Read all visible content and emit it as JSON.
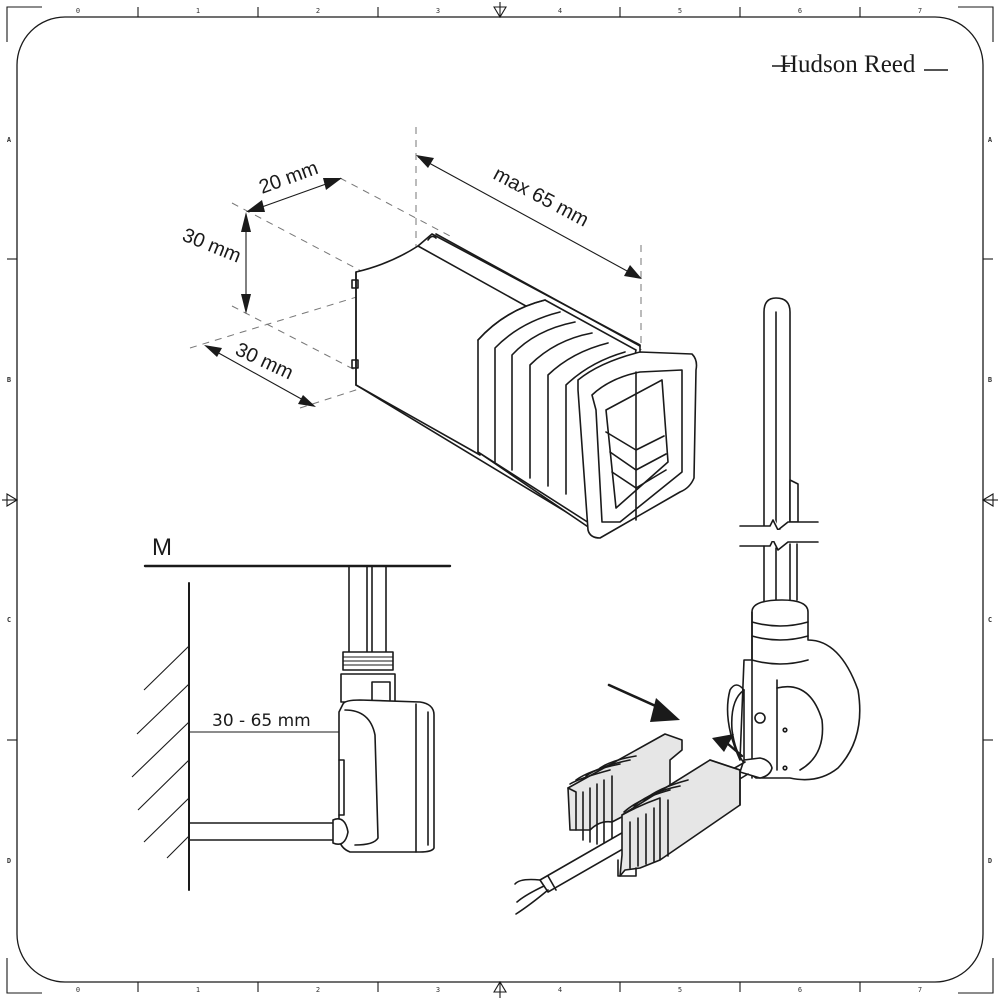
{
  "brand": {
    "name": "Hudson Reed"
  },
  "frame": {
    "column_labels": [
      "0",
      "1",
      "2",
      "3",
      "4",
      "5",
      "6",
      "7"
    ],
    "row_labels": [
      "A",
      "B",
      "C",
      "D"
    ]
  },
  "sleeve_view": {
    "dimensions": {
      "width": "20 mm",
      "height": "30 mm",
      "depth": "30 mm",
      "max_length": "max 65 mm"
    }
  },
  "installation_view": {
    "marker": "M",
    "wall_distance": "30 - 65 mm"
  },
  "element_view": {
    "description": "heating element with cable cover clip assembly"
  }
}
